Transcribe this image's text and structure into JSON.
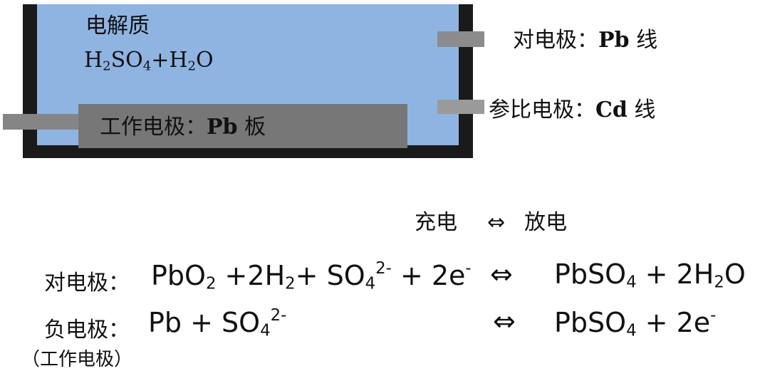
{
  "diagram": {
    "electrolyte_title": "电解质",
    "electrolyte_formula_parts": [
      "H",
      "2",
      "SO",
      "4",
      "+H",
      "2",
      "O"
    ],
    "working_electrode_prefix": "工作电极：",
    "working_electrode_metal": "Pb",
    "working_electrode_suffix": " 板",
    "counter_electrode_prefix": "对电极：",
    "counter_electrode_metal": "Pb",
    "counter_electrode_suffix": " 线",
    "reference_electrode_prefix": "参比电极：",
    "reference_electrode_metal": "Cd",
    "reference_electrode_suffix": " 线"
  },
  "reactions": {
    "header_charge": "充电",
    "header_arrow": "⇔",
    "header_discharge": "放电",
    "counter": {
      "label": "对电极：",
      "lhs": {
        "t1": "PbO",
        "s1": "2",
        "t2": " +2H",
        "s2": "2",
        "t3": "+ SO",
        "s3": "4",
        "p3": "2-",
        "t4": " + 2e",
        "p4": "-"
      },
      "arrow": "⇔",
      "rhs": {
        "t1": "PbSO",
        "s1": "4",
        "t2": " + 2H",
        "s2": "2",
        "t3": "O"
      }
    },
    "negative": {
      "label": "负电极：",
      "sublabel": "（工作电极）",
      "lhs": {
        "t1": "Pb + SO",
        "s1": "4",
        "p1": "2-"
      },
      "arrow": "⇔",
      "rhs": {
        "t1": "PbSO",
        "s1": "4",
        "t2": " + 2e",
        "p2": "-"
      }
    }
  }
}
